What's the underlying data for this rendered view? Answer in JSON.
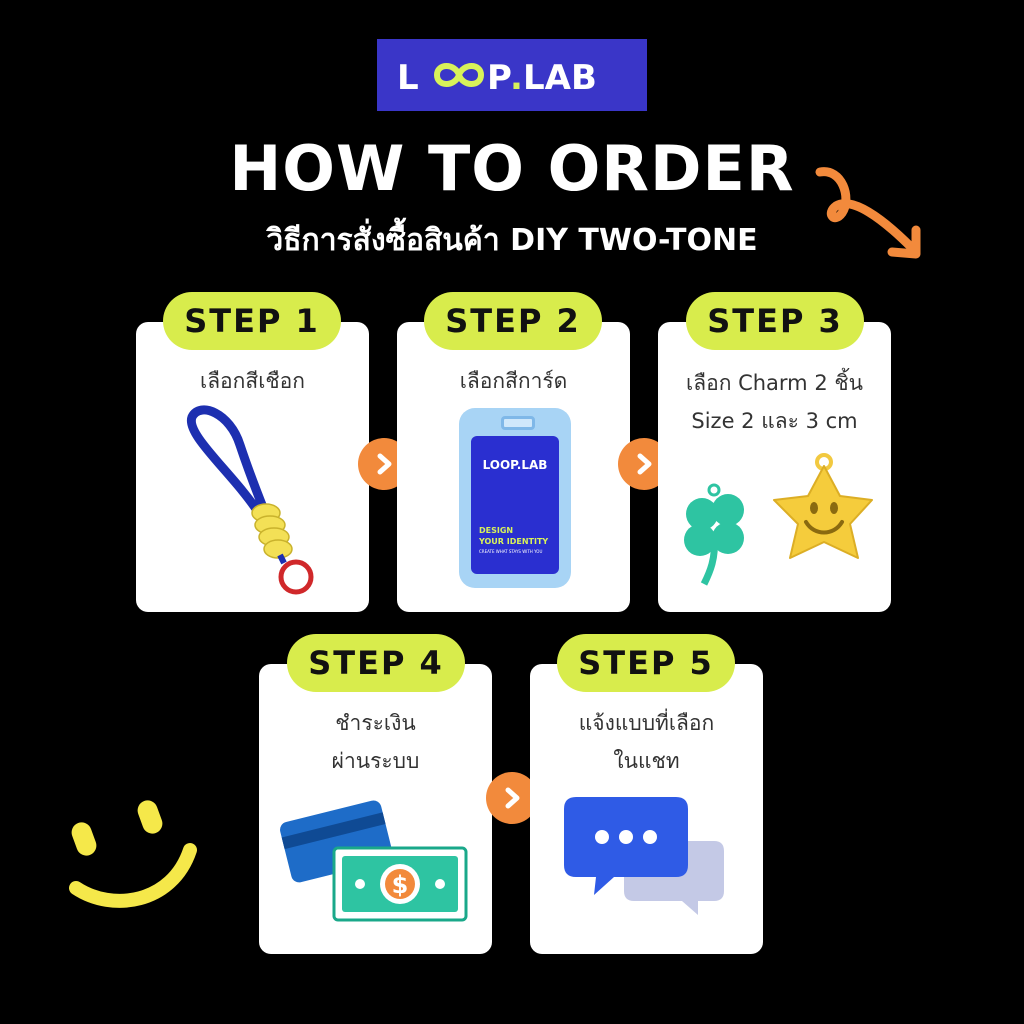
{
  "logo": {
    "part1": "L",
    "part2": "P",
    "dot": ".",
    "part3": "LAB"
  },
  "title": "HOW TO ORDER",
  "subtitle": "วิธีการสั่งซื้อสินค้า DIY TWO-TONE",
  "steps": [
    {
      "label": "STEP 1",
      "line1": "เลือกสีเชือก",
      "line2": ""
    },
    {
      "label": "STEP 2",
      "line1": "เลือกสีการ์ด",
      "line2": ""
    },
    {
      "label": "STEP 3",
      "line1": "เลือก Charm 2 ชิ้น",
      "line2": "Size 2 และ 3 cm"
    },
    {
      "label": "STEP 4",
      "line1": "ชำระเงิน",
      "line2": "ผ่านระบบ"
    },
    {
      "label": "STEP 5",
      "line1": "แจ้งแบบที่เลือก",
      "line2": "ในแชท"
    }
  ],
  "card_mock": {
    "logo": "LOOP.LAB",
    "line1": "DESIGN",
    "line2": "YOUR IDENTITY",
    "line3": "CREATE WHAT STAYS WITH YOU"
  },
  "icons": {
    "step1": "rope-keychain-icon",
    "step2": "card-holder-icon",
    "step3": "clover-and-star-charm-icon",
    "step4": "credit-card-and-cash-icon",
    "step5": "chat-bubbles-icon",
    "arrow": "chevron-right-icon",
    "decor_arrow": "curly-arrow-icon",
    "smiley": "smiley-face-icon"
  },
  "colors": {
    "background": "#000000",
    "brand_blue": "#3a36c8",
    "accent_lime": "#d8ec4c",
    "accent_orange": "#f28a3c",
    "smiley_yellow": "#f5e84a"
  }
}
